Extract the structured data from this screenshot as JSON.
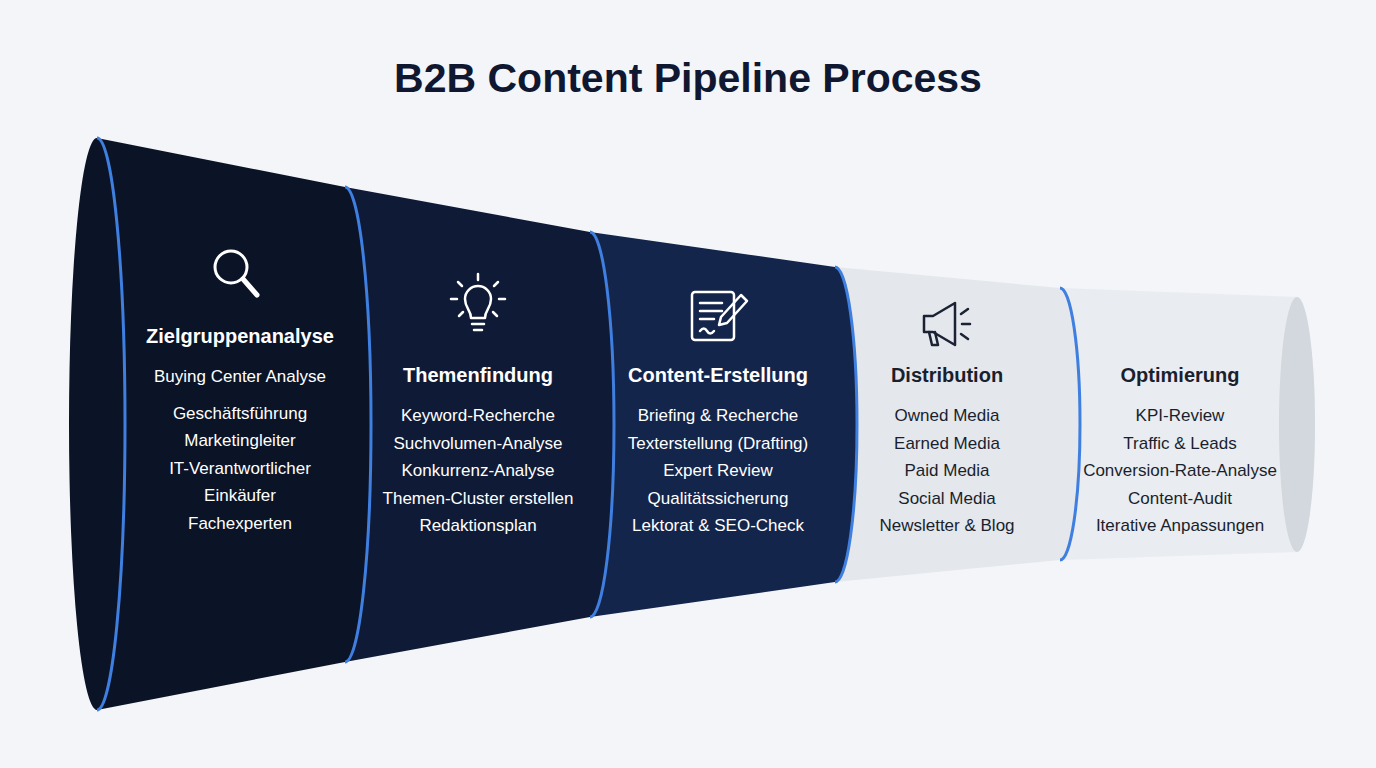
{
  "diagram": {
    "title": "B2B Content Pipeline Process",
    "nodes": [
      {
        "text": [
          "Zielgruppenanalyse",
          "Buying Center Analyse",
          "Geschäftsführung",
          "Marketingleiter",
          "IT-Verantwortlicher",
          "Einkäufer",
          "Fachexperten"
        ]
      },
      {
        "text": [
          "Themenfindung",
          "Keyword-Recherche",
          "Suchvolumen-Analyse",
          "Konkurrenz-Analyse",
          "Themen-Cluster erstellen",
          "Redaktionsplan"
        ]
      },
      {
        "text": [
          "Content-Erstellung",
          "Briefing & Recherche",
          "Texterstellung (Drafting)",
          "Expert Review",
          "Qualitätssicherung",
          "Lektorat & SEO-Check"
        ]
      },
      {
        "text": [
          "Distribution",
          "Owned Media",
          "Earned Media",
          "Paid Media",
          "Social Media",
          "Newsletter & Blog"
        ]
      },
      {
        "text": [
          "Optimierung",
          "KPI-Review",
          "Traffic & Leads",
          "Conversion-Rate-Analyse",
          "Content-Audit",
          "Iterative Anpassungen"
        ]
      }
    ]
  }
}
